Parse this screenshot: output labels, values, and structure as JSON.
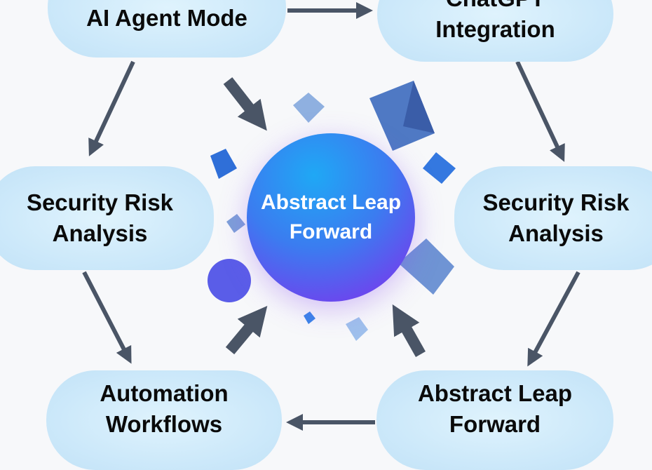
{
  "nodes": {
    "top_left": [
      "AI Agent Mode"
    ],
    "top_right": [
      "ChatGPT",
      "Integration"
    ],
    "mid_left": [
      "Security Risk",
      "Analysis"
    ],
    "mid_right": [
      "Security Risk",
      "Analysis"
    ],
    "bottom_left": [
      "Automation",
      "Workflows"
    ],
    "bottom_right": [
      "Abstract Leap",
      "Forward"
    ]
  },
  "center": [
    "Abstract Leap",
    "Forward"
  ],
  "colors": {
    "node": "#cde9fa",
    "arrow": "#4a5566",
    "center_start": "#1fa8f5",
    "center_end": "#7e3bea"
  }
}
